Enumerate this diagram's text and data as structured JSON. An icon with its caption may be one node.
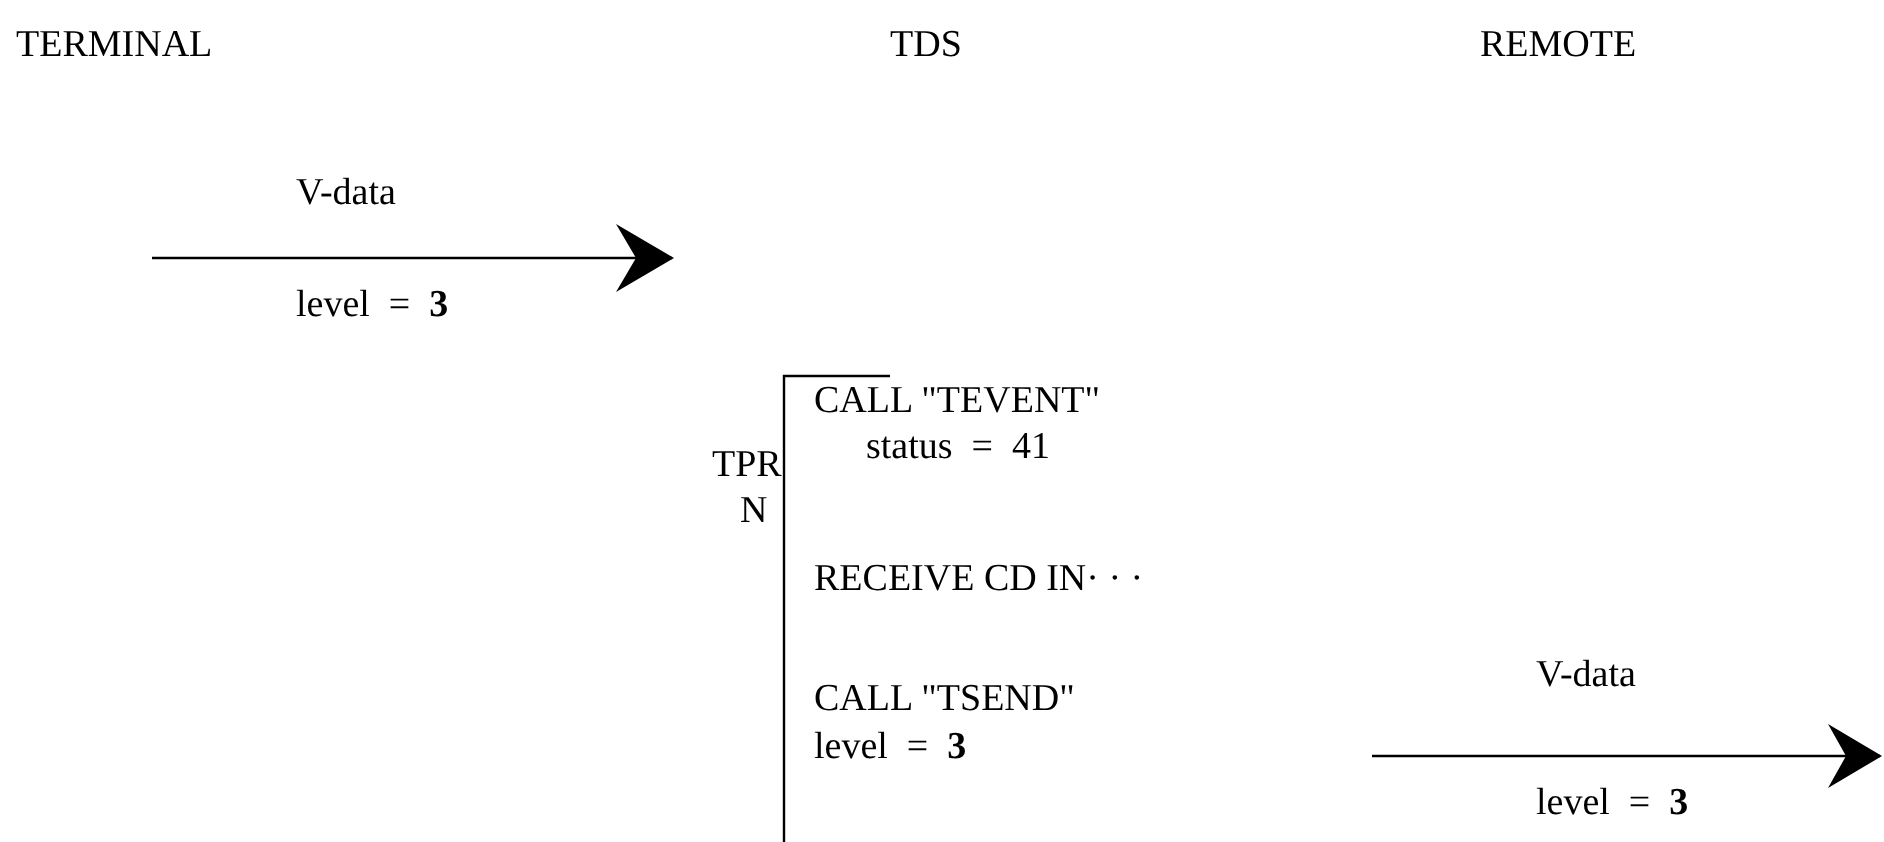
{
  "diagram": {
    "labels": [
      "TERMINAL",
      "TDS",
      "REMOTE",
      "V-data",
      "level  =  **3**",
      "TPR",
      "N",
      "CALL \"TEVENT\"",
      "status  =  41",
      "RECEIVE CD IN· · ·",
      "CALL \"TSEND\"",
      "level  =  **3**",
      "V-data",
      "level  =  **3**"
    ]
  }
}
